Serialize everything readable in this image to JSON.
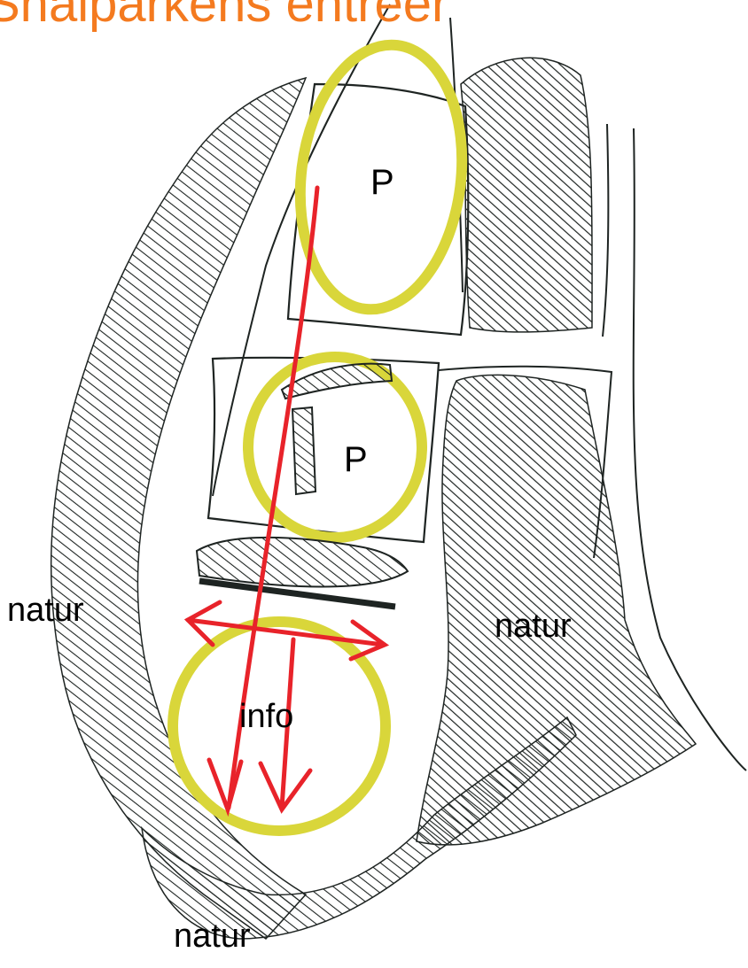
{
  "title": "Snaiparkens entreer",
  "labels": {
    "parking_top": "P",
    "parking_middle": "P",
    "nature_left": "natur",
    "nature_right": "natur",
    "nature_bottom": "natur",
    "info": "info"
  },
  "colors": {
    "title": "#f47a1f",
    "highlight_circles": "#d9d63a",
    "arrows": "#e8232a",
    "ink": "#1e2422"
  }
}
